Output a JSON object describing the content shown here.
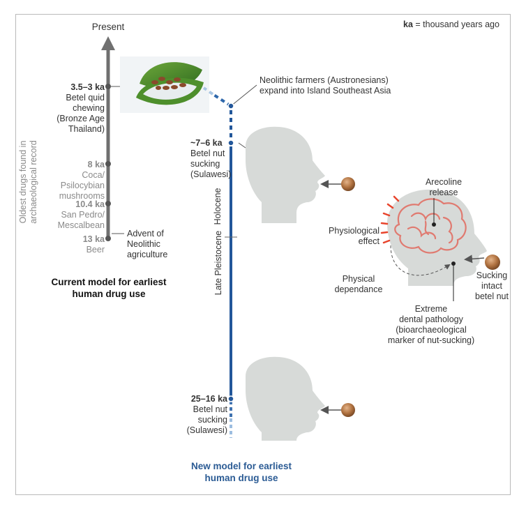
{
  "header": {
    "present": "Present",
    "key_abbr": "ka",
    "key_text": "= thousand years ago"
  },
  "current_model": {
    "axis_label_line1": "Oldest drugs found in",
    "axis_label_line2": "archaeological record",
    "title_line1": "Current model for earliest",
    "title_line2": "human drug use",
    "events": [
      {
        "age": "3.5–3 ka",
        "lines": [
          "Betel quid",
          "chewing",
          "(Bronze Age",
          "Thailand)"
        ]
      },
      {
        "age": "8 ka",
        "lines": [
          "Coca/",
          "Psilocybian",
          "mushrooms"
        ]
      },
      {
        "age": "10.4 ka",
        "lines": [
          "San Pedro/",
          "Mescalbean"
        ]
      },
      {
        "age": "13 ka",
        "lines": [
          "Beer"
        ]
      }
    ],
    "neolithic_note": [
      "Advent of",
      "Neolithic",
      "agriculture"
    ]
  },
  "new_model": {
    "austronesian_note": [
      "Neolithic farmers (Austronesians)",
      "expand into Island Southeast Asia"
    ],
    "event_recent": {
      "age": "~7–6 ka",
      "lines": [
        "Betel nut",
        "sucking",
        "(Sulawesi)"
      ]
    },
    "event_old": {
      "age": "25–16 ka",
      "lines": [
        "Betel nut",
        "sucking",
        "(Sulawesi)"
      ]
    },
    "epochs": {
      "late_pleistocene": "Late Pleistocene",
      "holocene": "Holocene"
    },
    "title_line1": "New model for earliest",
    "title_line2": "human drug use"
  },
  "mechanism": {
    "arecoline": [
      "Arecoline",
      "release"
    ],
    "physiological": [
      "Physiological",
      "effect"
    ],
    "dependance": [
      "Physical",
      "dependance"
    ],
    "sucking": [
      "Sucking",
      "intact",
      "betel nut"
    ],
    "pathology": [
      "Extreme",
      "dental pathology",
      "(bioarchaeological",
      "marker of nut-sucking)"
    ]
  },
  "colors": {
    "gray_axis": "#707070",
    "blue_axis": "#22579a",
    "head_fill": "#d7dad8",
    "brain_stroke": "#e07a70",
    "highlight": "#e8442c",
    "nut": "#b07240"
  }
}
